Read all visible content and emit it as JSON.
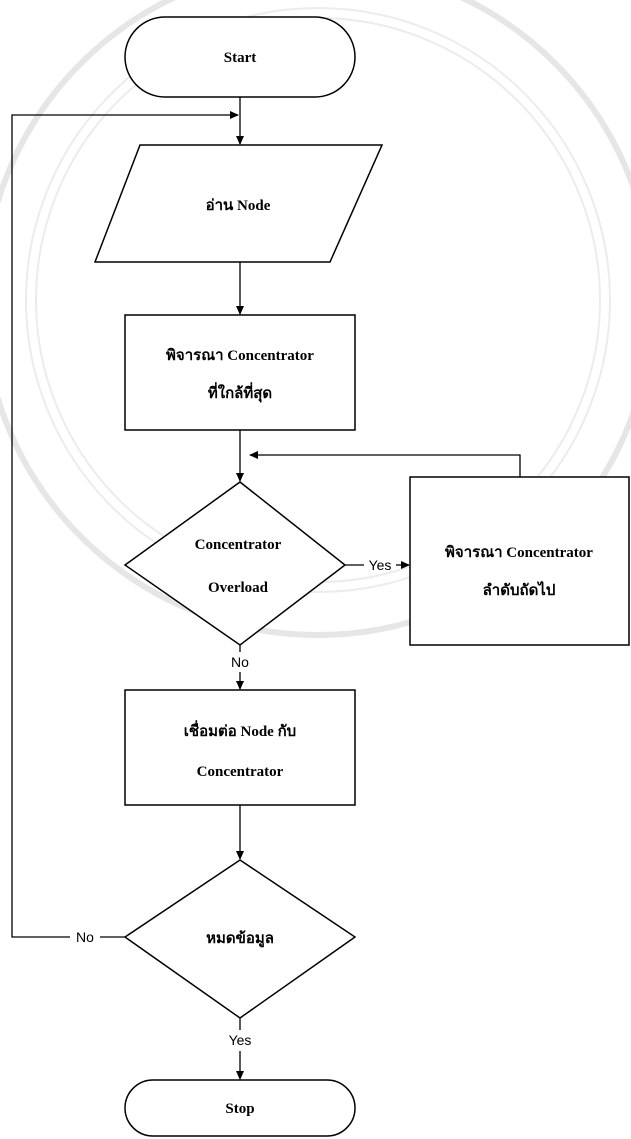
{
  "nodes": {
    "start": "Start",
    "read_node": "อ่าน Node",
    "consider_nearest": [
      "พิจารณา Concentrator",
      "ที่ใกล้ที่สุด"
    ],
    "overload_decision": [
      "Concentrator",
      "Overload"
    ],
    "next_concentrator": [
      "พิจารณา Concentrator",
      "ลำดับถัดไป"
    ],
    "connect": [
      "เชื่อมต่อ Node กับ",
      "Concentrator"
    ],
    "end_of_data": "หมดข้อมูล",
    "stop": "Stop"
  },
  "edges": {
    "overload_yes": "Yes",
    "overload_no": "No",
    "end_of_data_no": "No",
    "end_of_data_yes": "Yes"
  }
}
